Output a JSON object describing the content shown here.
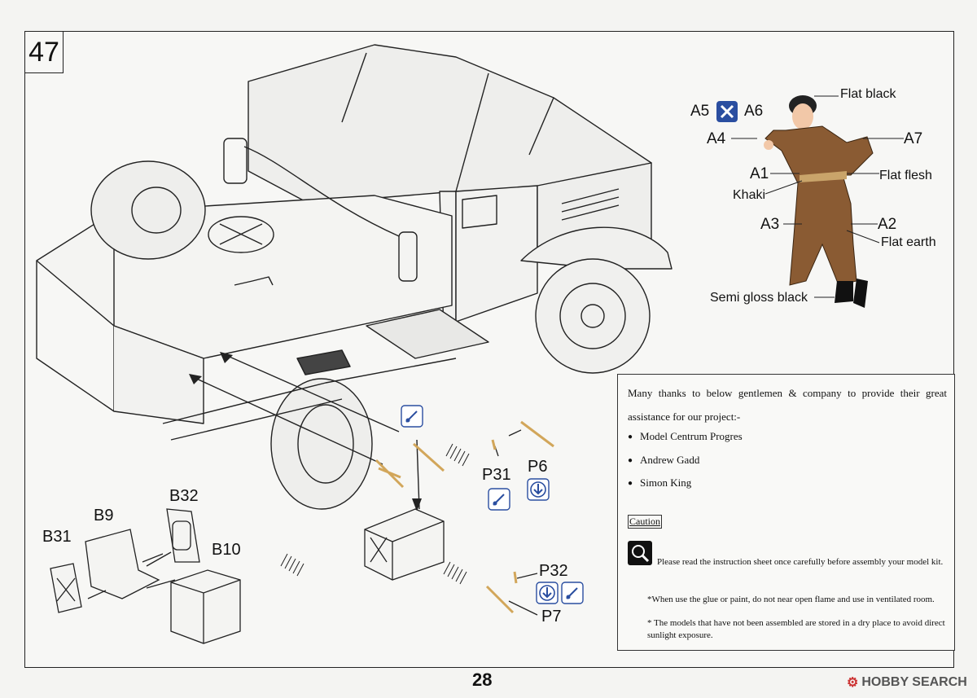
{
  "step": "47",
  "page_number": "28",
  "brand": "HOBBY SEARCH",
  "parts": {
    "a5": "A5",
    "a6": "A6",
    "a4": "A4",
    "a7": "A7",
    "a1": "A1",
    "a2": "A2",
    "a3": "A3",
    "b31": "B31",
    "b9": "B9",
    "b32": "B32",
    "b10": "B10",
    "p31": "P31",
    "p6": "P6",
    "p32": "P32",
    "p7": "P7"
  },
  "paints": {
    "flat_black": "Flat black",
    "flat_flesh": "Flat flesh",
    "khaki": "Khaki",
    "flat_earth": "Flat earth",
    "semi_gloss_black": "Semi gloss black"
  },
  "notes": {
    "thanks": "Many thanks to below gentlemen & company to provide their great assistance for our project:-",
    "credits": [
      "Model Centrum Progres",
      "Andrew Gadd",
      "Simon King"
    ],
    "caution_title": "Caution",
    "read_text": "Please read the instruction sheet once carefully before assembly your model kit.",
    "glue_text": "*When use the glue or paint, do not near open flame and use in ventilated room.",
    "store_text": "* The models that have not been assembled are stored in a dry place to avoid direct sunlight exposure."
  },
  "colors": {
    "uniform": "#8a5b33",
    "photo_etch": "#e8c070",
    "icon_blue": "#2a4ea0"
  }
}
